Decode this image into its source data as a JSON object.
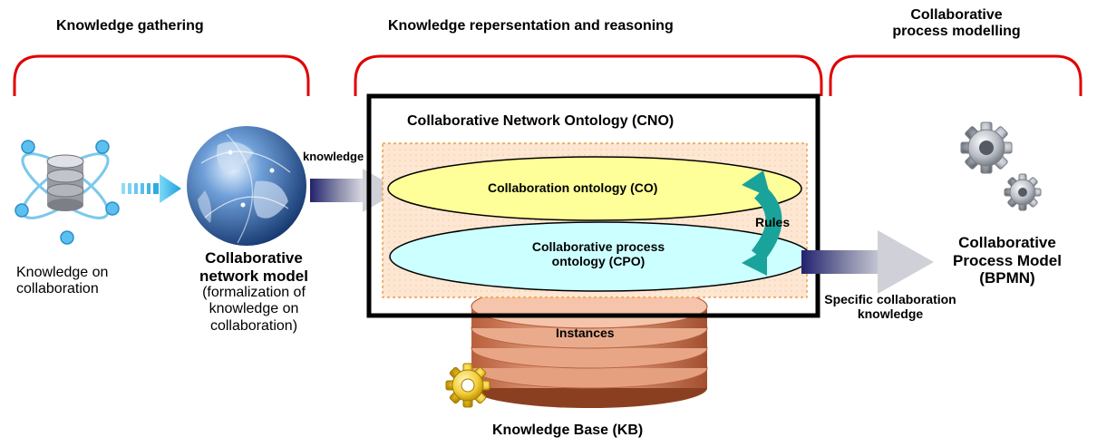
{
  "sections": {
    "gathering": "Knowledge gathering",
    "representation": "Knowledge repersentation and reasoning",
    "modelling_line1": "Collaborative",
    "modelling_line2": "process modelling"
  },
  "left": {
    "knowledge_on_line1": "Knowledge on",
    "knowledge_on_line2": "collaboration",
    "model_title_line1": "Collaborative",
    "model_title_line2": "network model",
    "model_desc_line1": "(formalization of",
    "model_desc_line2": "knowledge on",
    "model_desc_line3": "collaboration)",
    "arrow_label": "knowledge"
  },
  "cno": {
    "title": "Collaborative Network Ontology (CNO)",
    "co": "Collaboration ontology (CO)",
    "cpo_line1": "Collaborative process",
    "cpo_line2": "ontology (CPO)",
    "rules": "Rules"
  },
  "kb": {
    "instances": "Instances",
    "title": "Knowledge Base (KB)"
  },
  "right": {
    "arrow_label_line1": "Specific collaboration",
    "arrow_label_line2": "knowledge",
    "model_line1": "Collaborative",
    "model_line2": "Process Model",
    "model_line3": "(BPMN)"
  },
  "colors": {
    "bracket": "#e00000",
    "cno_border": "#000000",
    "co_fill": "#ffff99",
    "cpo_fill": "#ccffff",
    "rules_arrow": "#1aa39a",
    "kb_copper": "#d9967a",
    "arrow_navy": "#22226e",
    "dashed_area": "#fbe0c8"
  }
}
